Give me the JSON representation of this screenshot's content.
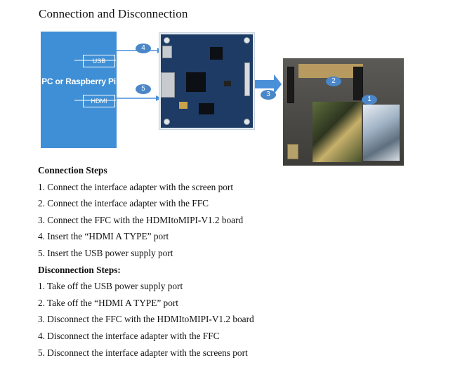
{
  "title": "Connection and Disconnection",
  "figure": {
    "pc_label": "PC or Raspberry Pi",
    "usb_port": "USB",
    "hdmi_port": "HDMI",
    "badges": [
      "1",
      "2",
      "3",
      "4",
      "5"
    ],
    "colors": {
      "pc_box": "#3f8fd6",
      "arrow": "#4a90d9",
      "badge": "#4a86c8",
      "board": "#1d3b64"
    }
  },
  "connection": {
    "heading": "Connection Steps",
    "steps": [
      "1. Connect the interface adapter with the screen port",
      "2. Connect the interface adapter with the FFC",
      "3. Connect the FFC with the HDMItoMIPI-V1.2 board",
      "4. Insert the “HDMI A TYPE” port",
      "5. Insert the USB power supply port"
    ]
  },
  "disconnection": {
    "heading": "Disconnection Steps:",
    "steps": [
      "1. Take off the USB power supply port",
      "2. Take off the “HDMI A TYPE” port",
      "3. Disconnect the FFC with the HDMItoMIPI-V1.2 board",
      "4. Disconnect the interface adapter with the FFC",
      "5. Disconnect the interface adapter with the screens port"
    ]
  }
}
